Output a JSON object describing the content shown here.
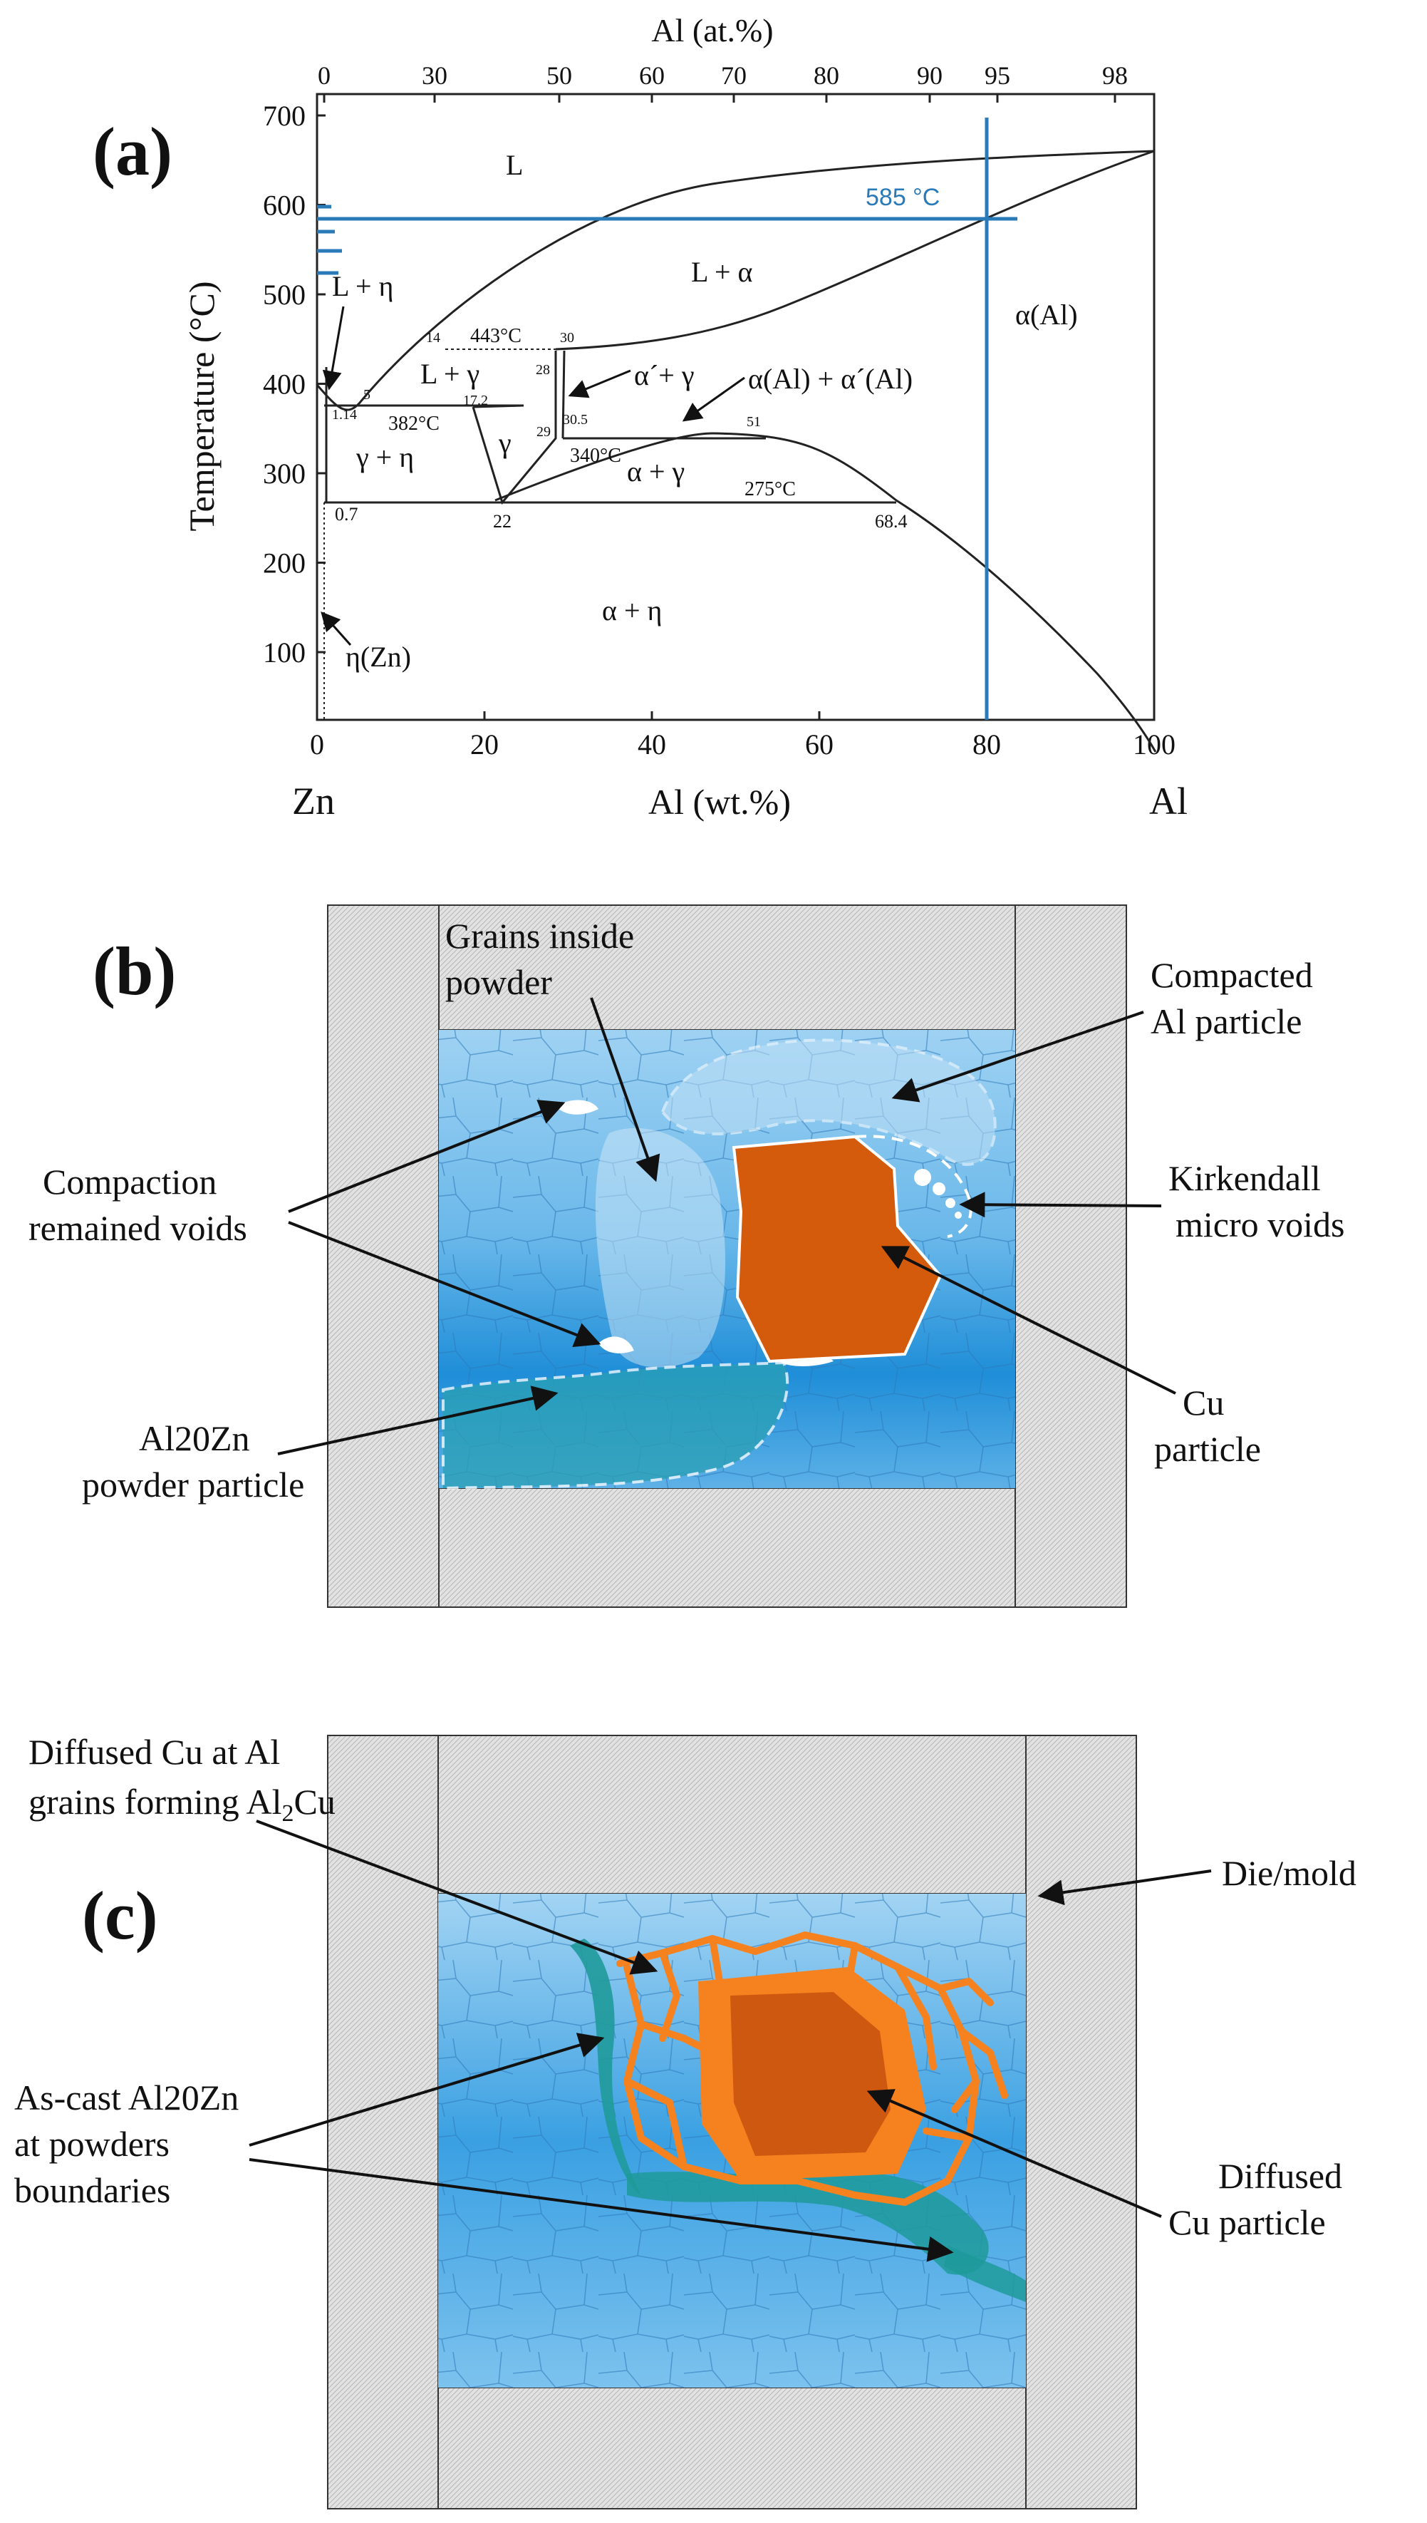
{
  "panel_a": {
    "label": "(a)",
    "top_axis_title": "Al (at.%)",
    "top_ticks": [
      "0",
      "30",
      "50",
      "60",
      "70",
      "80",
      "90",
      "95",
      "98"
    ],
    "bottom_axis_title": "Al (wt.%)",
    "bottom_ticks": [
      "0",
      "20",
      "40",
      "60",
      "80",
      "100"
    ],
    "y_axis_title": "Temperature (°C)",
    "y_ticks": [
      "100",
      "200",
      "300",
      "400",
      "500",
      "600",
      "700"
    ],
    "element_left": "Zn",
    "element_right": "Al",
    "highlight_temp_label": "585 °C",
    "phase_labels": {
      "L": "L",
      "L_alpha": "L + α",
      "alpha_Al": "α(Al)",
      "L_eta": "L + η",
      "L_gamma": "L + γ",
      "gamma": "γ",
      "gamma_eta": "γ + η",
      "alpha_prime_gamma": "α´+ γ",
      "alpha_alpha_prime": "α(Al) + α´(Al)",
      "alpha_gamma": "α + γ",
      "alpha_eta": "α + η",
      "eta_Zn": "η(Zn)"
    },
    "temperature_marks": [
      "443°C",
      "382°C",
      "340°C",
      "275°C"
    ],
    "composition_marks": [
      "14",
      "30",
      "28",
      "5",
      "1.14",
      "17.2",
      "29",
      "30.5",
      "51",
      "0.7",
      "22",
      "68.4"
    ]
  },
  "panel_b": {
    "label": "(b)",
    "callouts": {
      "grains_inside": [
        "Grains inside",
        "powder"
      ],
      "compacted_al": [
        "Compacted",
        "Al particle"
      ],
      "compaction_voids": [
        "Compaction",
        "remained voids"
      ],
      "kirkendall": [
        "Kirkendall",
        "micro voids"
      ],
      "al20zn_powder": [
        "Al20Zn",
        "powder particle"
      ],
      "cu_particle": [
        "Cu",
        "particle"
      ]
    }
  },
  "panel_c": {
    "label": "(c)",
    "callouts": {
      "diffused_cu_line1": "Diffused Cu at Al",
      "diffused_cu_line2": "grains forming Al",
      "diffused_cu_sub": "2",
      "diffused_cu_end": "Cu",
      "die_mold": "Die/mold",
      "ascast": [
        "As-cast Al20Zn",
        "at powders",
        "boundaries"
      ],
      "diffused_particle": [
        "Diffused",
        "Cu particle"
      ]
    }
  },
  "colors": {
    "highlight": "#2a7ab8",
    "copper": "#d45a0c",
    "copper_diffused": "#f5821f",
    "mold": "#dcdcdc",
    "matrix_light": "#8cc8ef",
    "matrix_dark": "#1e8fd8",
    "boundary_teal": "#1f9a9a"
  }
}
